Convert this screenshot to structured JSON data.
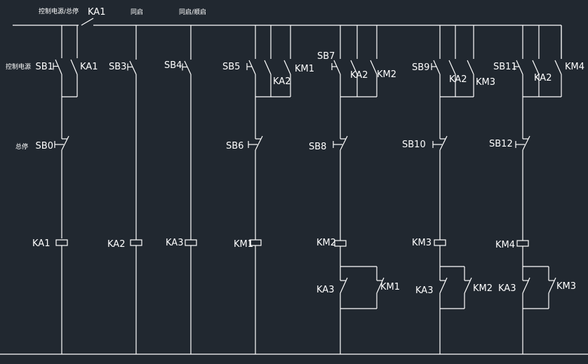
{
  "headers": {
    "power_stop": "控制电源/总停",
    "ka1_main": "KA1",
    "simul_start": "同启",
    "simul_seq_start": "同启/顺启"
  },
  "labels": {
    "sb1_desc": "控制电源",
    "sb1": "SB1",
    "ka1_hold": "KA1",
    "sb0_desc": "总停",
    "sb0": "SB0",
    "sb3": "SB3",
    "sb4": "SB4",
    "sb5": "SB5",
    "ka2_c5": "KA2",
    "km1_c5": "KM1",
    "sb6": "SB6",
    "sb7": "SB7",
    "ka2_c6": "KA2",
    "km2_c6": "KM2",
    "sb8": "SB8",
    "sb9": "SB9",
    "ka2_c7": "KA2",
    "km3_c7": "KM3",
    "sb10": "SB10",
    "sb11": "SB11",
    "ka2_c8": "KA2",
    "km4_c8": "KM4",
    "sb12": "SB12",
    "coil_ka1": "KA1",
    "coil_ka2": "KA2",
    "coil_ka3": "KA3",
    "coil_km1": "KM1",
    "coil_km2": "KM2",
    "coil_km3": "KM3",
    "coil_km4": "KM4",
    "ka3_c6": "KA3",
    "km1_nc_c6": "KM1",
    "ka3_c7": "KA3",
    "km2_nc_c7": "KM2",
    "ka3_c8": "KA3",
    "km3_nc_c8": "KM3"
  },
  "colors": {
    "background": "#212830",
    "line": "#ffffff"
  }
}
